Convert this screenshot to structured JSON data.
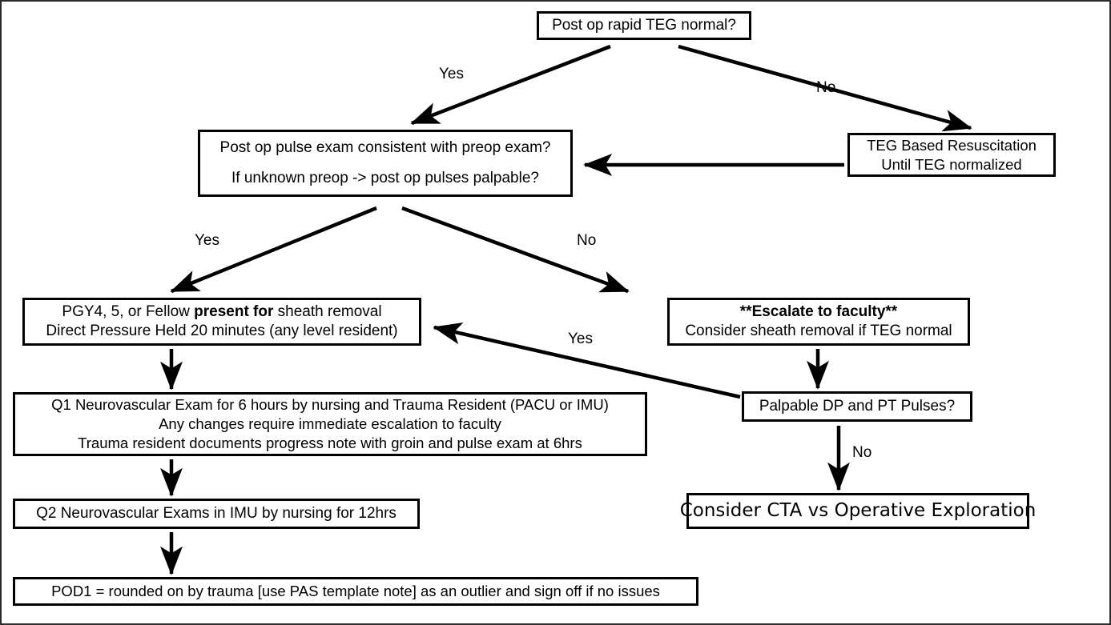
{
  "diagram": {
    "title": "Post-operative sheath removal / TEG decision flowchart",
    "background": "#ffffff",
    "line_color": "#000000",
    "frame_color": "#2b2b2b"
  },
  "nodes": {
    "top_decision": {
      "label": "Post op rapid TEG normal?"
    },
    "pulse_exam": {
      "line1": "Post op pulse exam consistent with preop exam?",
      "line2": "If unknown preop -> post op pulses palpable?"
    },
    "teg_resus": {
      "line1": "TEG Based Resuscitation",
      "line2": "Until TEG normalized"
    },
    "pgy_sheath": {
      "line1_pre": "PGY4, 5, or Fellow ",
      "line1_bold": "present for",
      "line1_post": " sheath removal",
      "line2": "Direct Pressure Held 20 minutes (any level resident)"
    },
    "escalate": {
      "line1": "**Escalate to faculty**",
      "line2": "Consider sheath removal if TEG normal"
    },
    "q1_exam": {
      "line1": "Q1 Neurovascular Exam for 6 hours by nursing and Trauma Resident (PACU or IMU)",
      "line2": "Any changes require immediate escalation to faculty",
      "line3": "Trauma resident documents progress note with groin and pulse exam at 6hrs"
    },
    "palpable_pulses": {
      "label": "Palpable DP and PT Pulses?"
    },
    "q2_exam": {
      "label": "Q2 Neurovascular Exams in IMU by nursing for 12hrs"
    },
    "consider_cta": {
      "label": "Consider CTA vs Operative Exploration"
    },
    "pod1": {
      "label": "POD1 = rounded on by trauma [use PAS template note] as an outlier and sign off if no issues"
    }
  },
  "edge_labels": {
    "top_yes": "Yes",
    "top_no": "No",
    "pulse_yes": "Yes",
    "pulse_no": "No",
    "palpable_yes": "Yes",
    "palpable_no": "No"
  }
}
